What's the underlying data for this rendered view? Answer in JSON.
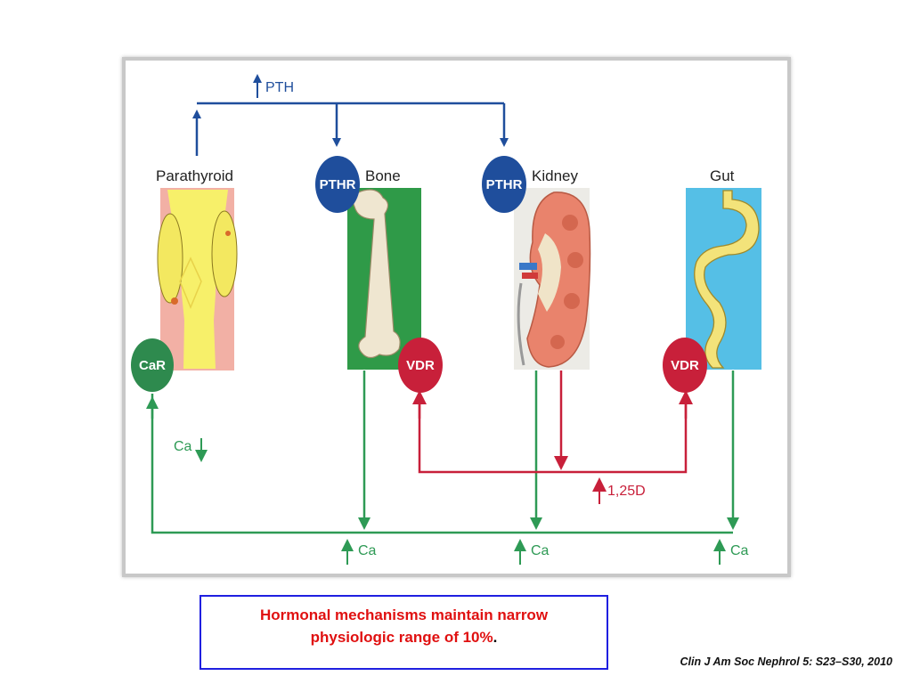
{
  "diagram": {
    "organs": {
      "parathyroid": "Parathyroid",
      "bone": "Bone",
      "kidney": "Kidney",
      "gut": "Gut"
    },
    "receptors": {
      "car": "CaR",
      "pthr_bone": "PTHR",
      "pthr_kidney": "PTHR",
      "vdr_bone": "VDR",
      "vdr_gut": "VDR"
    },
    "annotations": {
      "pth": "PTH",
      "ca_down": "Ca",
      "vitd": "1,25D",
      "ca_up_1": "Ca",
      "ca_up_2": "Ca",
      "ca_up_3": "Ca"
    },
    "colors": {
      "pth_path": "#1f4e9c",
      "calcium_path": "#2e9a55",
      "vitd_path": "#c8203a",
      "receptor_blue": "#1f4e9c",
      "receptor_red": "#c8203a",
      "receptor_green": "#2e8a4e"
    }
  },
  "caption": {
    "line1": "Hormonal mechanisms maintain narrow",
    "line2": "physiologic range of 10%",
    "period": "."
  },
  "citation": "Clin J Am Soc Nephrol 5: S23–S30, 2010"
}
